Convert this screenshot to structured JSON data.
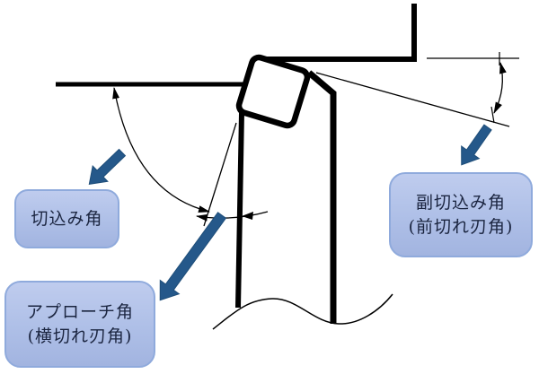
{
  "diagram": {
    "title_hint": "lathe tool cutting-angle diagram",
    "labels": {
      "cutting_angle": {
        "line1": "切込み角"
      },
      "approach_angle": {
        "line1": "アプローチ角",
        "line2": "(横切れ刃角)"
      },
      "minor_cutting_angle": {
        "line1": "副切込み角",
        "line2": "(前切れ刃角)"
      }
    },
    "icons": [
      "down-left-block-arrow-icon (points to cutting angle label)",
      "down-left-block-arrow-icon (points to approach angle label)",
      "down-left-block-arrow-icon (points to minor cutting angle label)"
    ],
    "colors": {
      "background": "#ffffff",
      "line": "#000000",
      "block_arrow_fill": "#25588a",
      "label_box_fill_top": "#bfccee",
      "label_box_fill_bottom": "#a2b4e0",
      "label_box_border": "#8faadc",
      "label_text": "#1b2540"
    }
  }
}
